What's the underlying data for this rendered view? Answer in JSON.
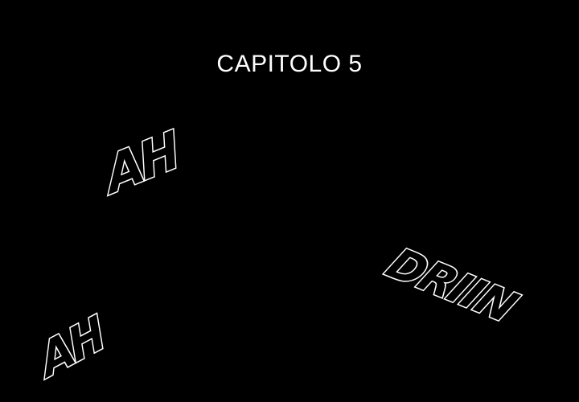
{
  "chapter_title": "CAPITOLO 5",
  "sound_effects": {
    "ah_top": "AH",
    "driin": "DRIIN",
    "ah_bottom": "AH"
  },
  "colors": {
    "background": "#000000",
    "text": "#ffffff"
  }
}
